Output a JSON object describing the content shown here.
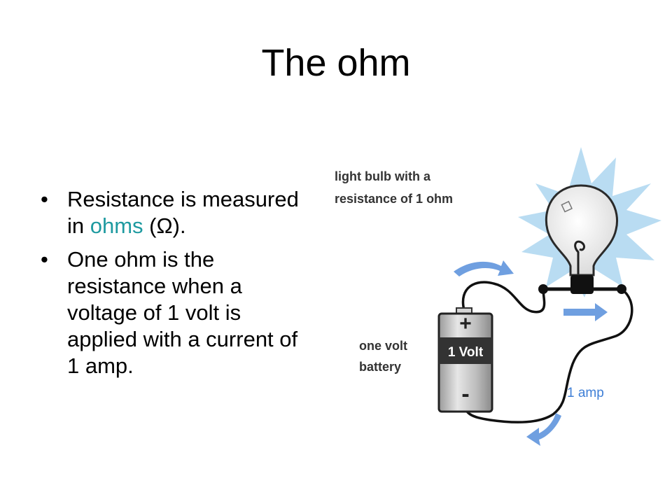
{
  "slide": {
    "title": "The ohm",
    "bullets": [
      {
        "bullet": "•",
        "pre": "Resistance is measured in ",
        "highlight": "ohms",
        "post": " (Ω)."
      },
      {
        "bullet": "•",
        "text": " One ohm is the resistance when a voltage of 1 volt is applied with a current of 1 amp."
      }
    ]
  },
  "diagram": {
    "bulb_label_line1": "light bulb with a",
    "bulb_label_line2": "resistance of 1 ohm",
    "battery_label_line1": "one volt",
    "battery_label_line2": "battery",
    "battery_voltage": "1 Volt",
    "battery_plus": "+",
    "battery_minus": "-",
    "current_label": "1 amp",
    "colors": {
      "highlight": "#1e9aa0",
      "arrow": "#6f9fe0",
      "burst": "#b9dcf2",
      "label": "#333333"
    }
  }
}
